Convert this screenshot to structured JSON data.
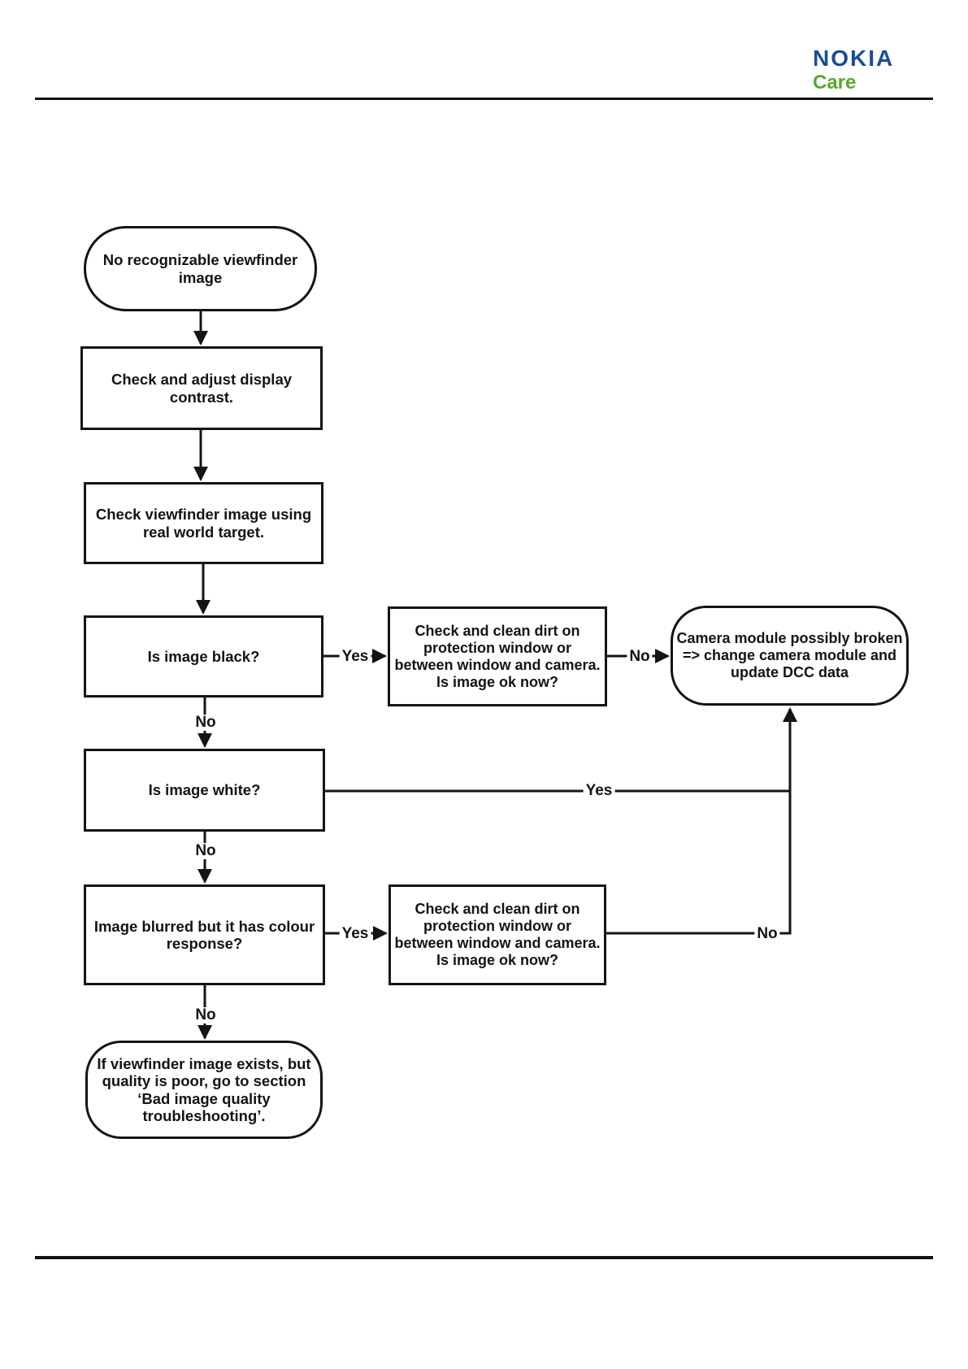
{
  "header": {
    "brand": "NOKIA",
    "brand_sub": "Care",
    "brand_color": "#1b4c9b",
    "brand_sub_color": "#58aa28"
  },
  "flowchart": {
    "nodes": {
      "start": "No recognizable viewfinder\nimage",
      "adjust_contrast": "Check and adjust display\ncontrast.",
      "check_viewfinder": "Check viewfinder image using\nreal world target.",
      "is_black": "Is image black?",
      "clean_dirt_1": "Check and clean dirt on\nprotection window or\nbetween window and camera.\nIs image ok now?",
      "camera_broken": "Camera module possibly broken\n=> change camera module and\nupdate DCC data",
      "is_white": "Is image white?",
      "is_blurred": "Image blurred but it has colour\nresponse?",
      "clean_dirt_2": "Check and clean dirt on\nprotection window or\nbetween window and camera.\nIs image ok now?",
      "bad_quality": "If viewfinder image exists, but\nquality is poor, go to section\n‘Bad image quality\ntroubleshooting’."
    },
    "edge_labels": {
      "black_yes": "Yes",
      "clean1_no": "No",
      "black_no": "No",
      "white_yes": "Yes",
      "white_no": "No",
      "blurred_yes": "Yes",
      "clean2_no": "No",
      "blurred_no": "No"
    }
  }
}
